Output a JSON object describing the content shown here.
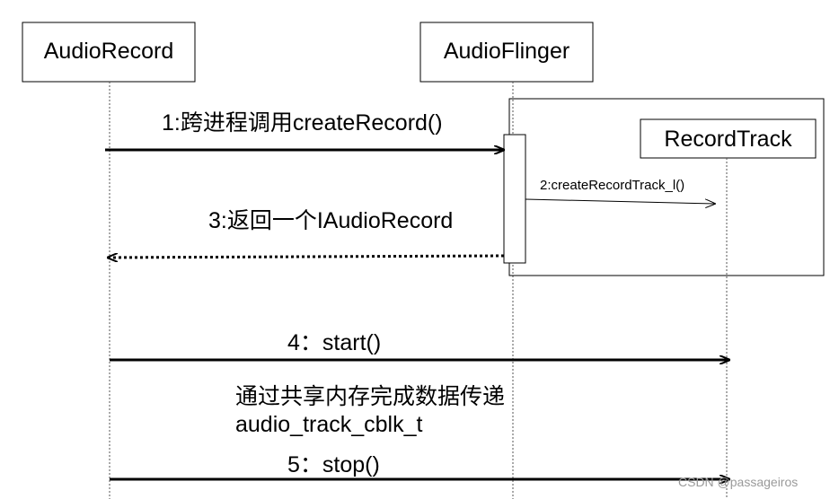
{
  "participants": {
    "audio_record": "AudioRecord",
    "audio_flinger": "AudioFlinger",
    "record_track": "RecordTrack"
  },
  "messages": {
    "m1": "1:跨进程调用createRecord()",
    "m2": "2:createRecordTrack_l()",
    "m3": "3:返回一个IAudioRecord",
    "m4": "4：start()",
    "m5": "5：stop()"
  },
  "note": {
    "line1": "通过共享内存完成数据传递",
    "line2": "audio_track_cblk_t"
  },
  "watermark": "CSDN @passageiros"
}
